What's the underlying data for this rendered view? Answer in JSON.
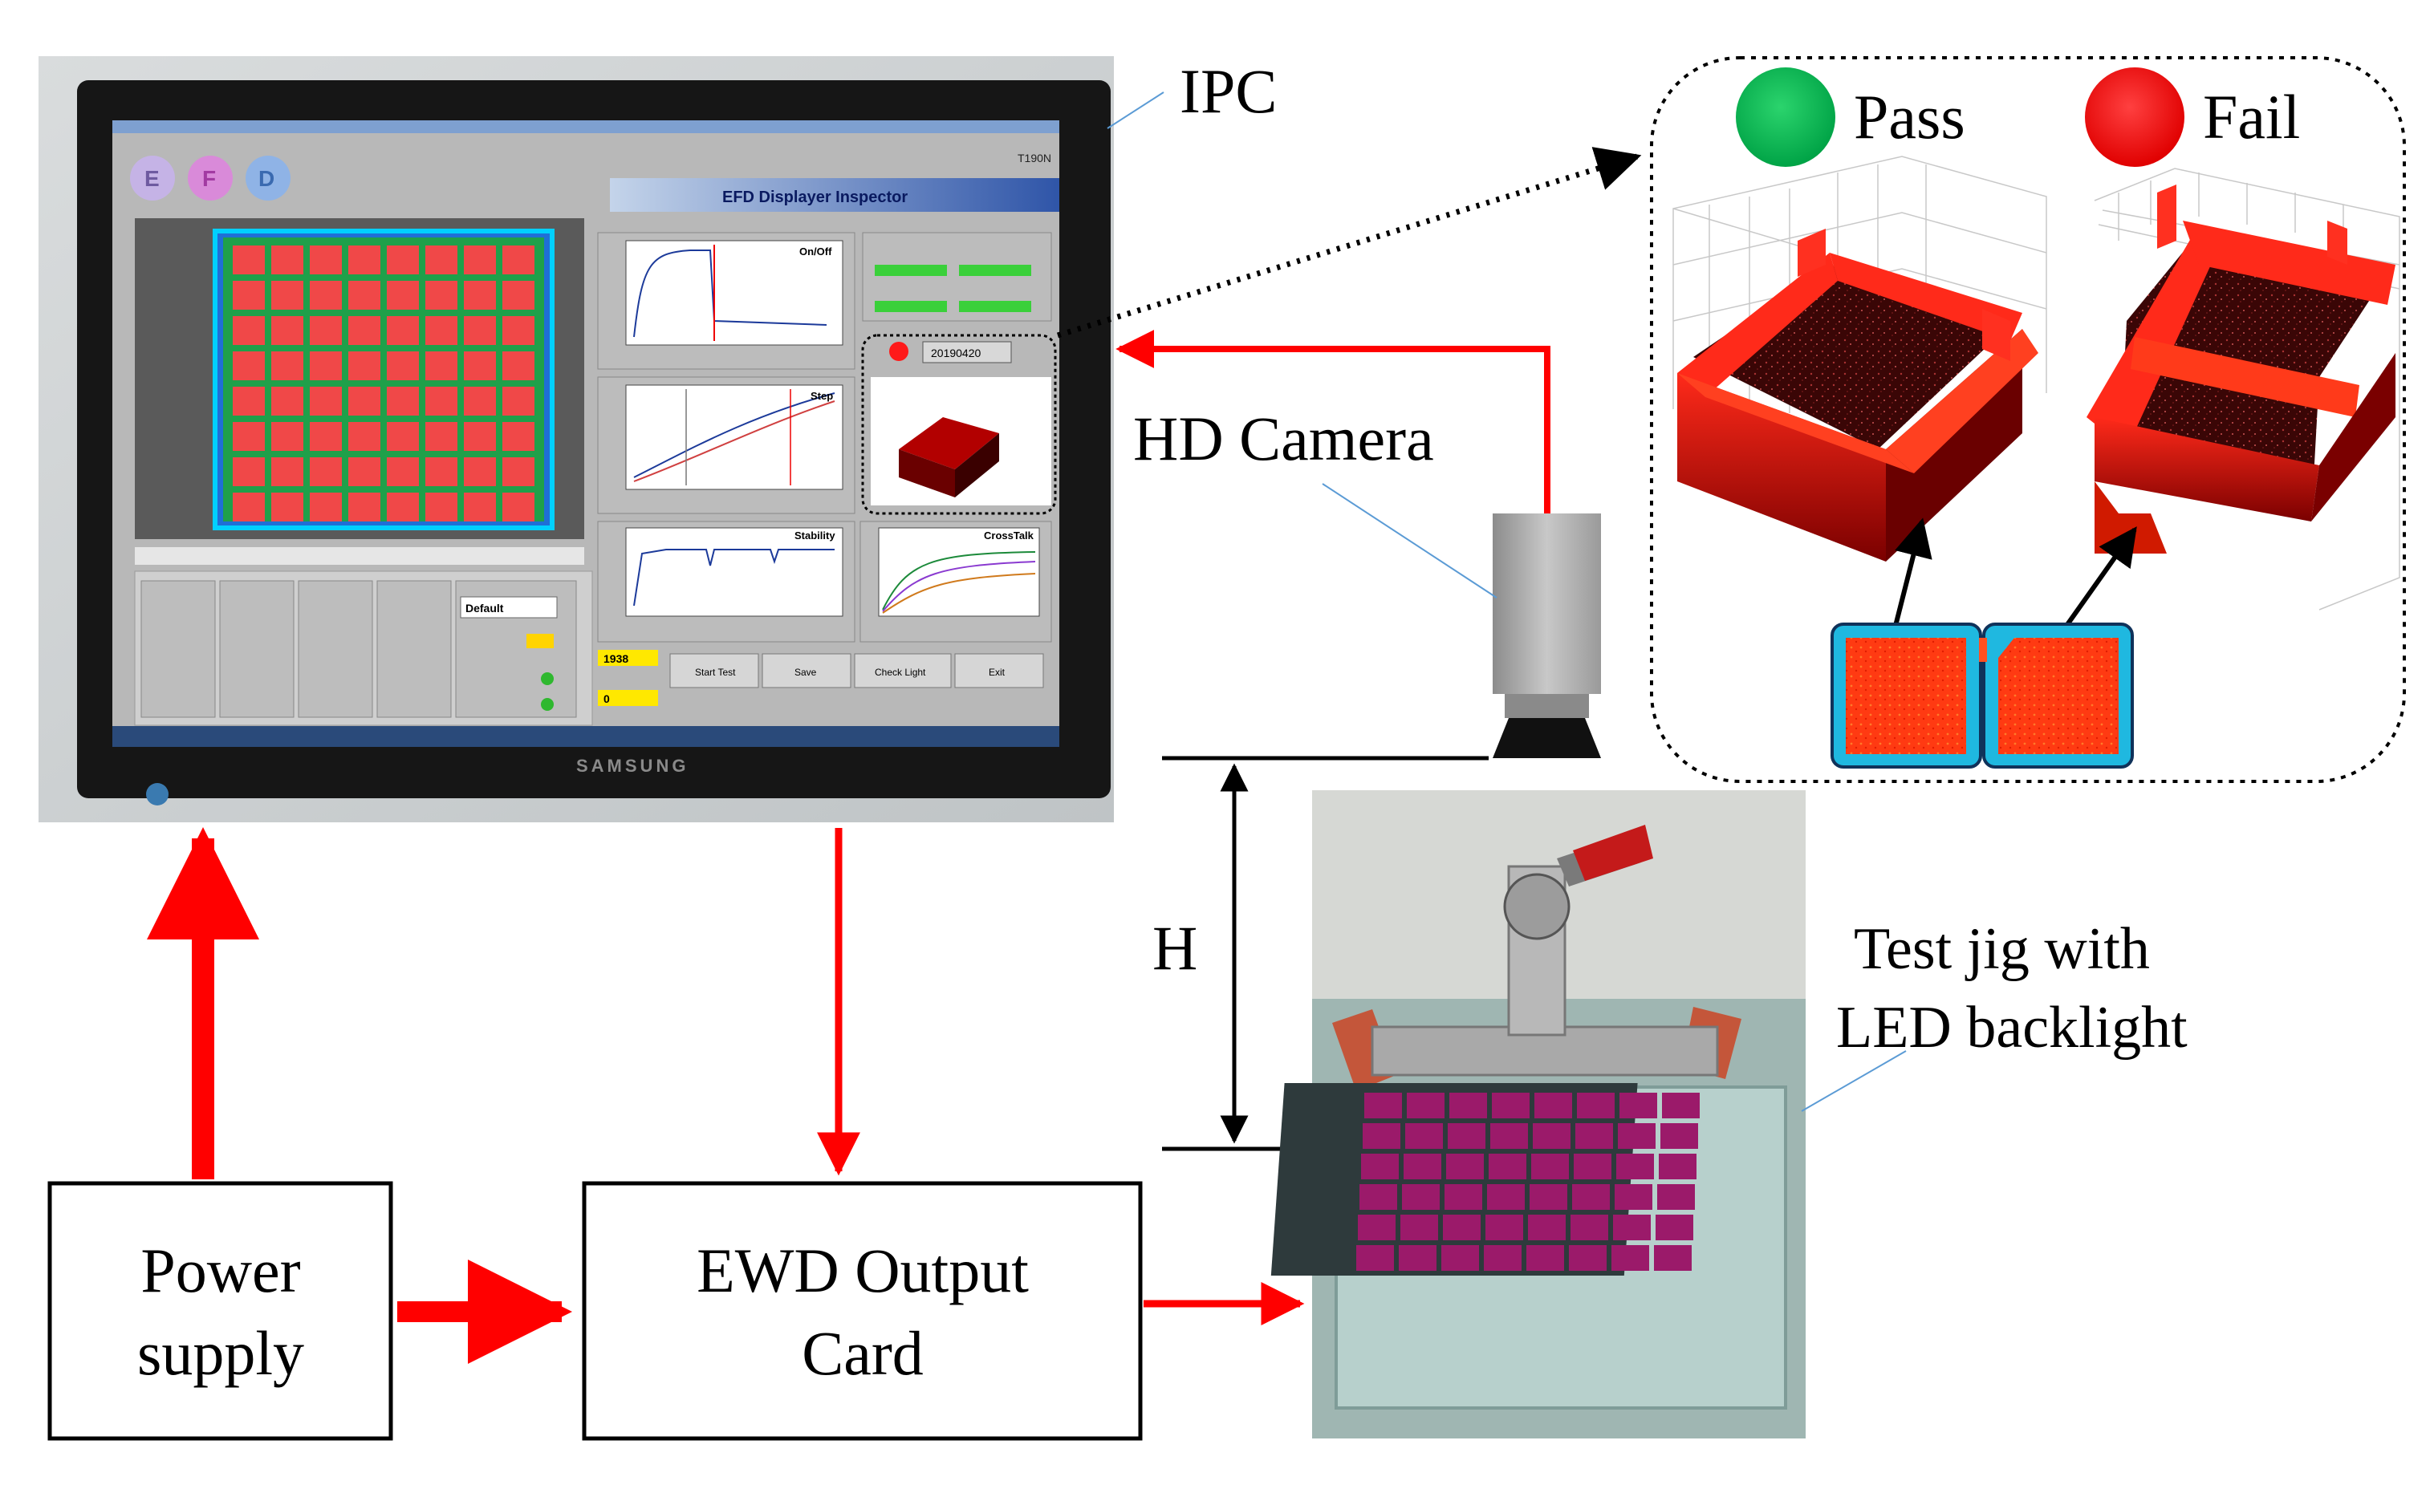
{
  "labels": {
    "ipc": "IPC",
    "hd_camera": "HD Camera",
    "test_jig_line1": "Test jig with",
    "test_jig_line2": "LED backlight",
    "height": "H",
    "pass": "Pass",
    "fail": "Fail"
  },
  "boxes": {
    "power_supply": [
      "Power",
      "supply"
    ],
    "ewd_output_card": [
      "EWD Output",
      "Card"
    ]
  },
  "monitor": {
    "brand": "SAMSUNG",
    "model": "T190N",
    "app_logo_letters": [
      "E",
      "F",
      "D"
    ],
    "app_title": "EFD Displayer Inspector",
    "chart_titles": [
      "On/Off",
      "Step",
      "Stability",
      "CrossTalk"
    ],
    "status_code": "20190420",
    "counter_value": "1938",
    "handling_value": "0",
    "buttons": [
      "Start Test",
      "Save",
      "Check Light",
      "Exit"
    ],
    "dropdown_value": "Default"
  },
  "colors": {
    "arrow": "#ff0000",
    "pass": "#00b050",
    "fail": "#ff0000",
    "leader_line": "#5b9bd5"
  }
}
